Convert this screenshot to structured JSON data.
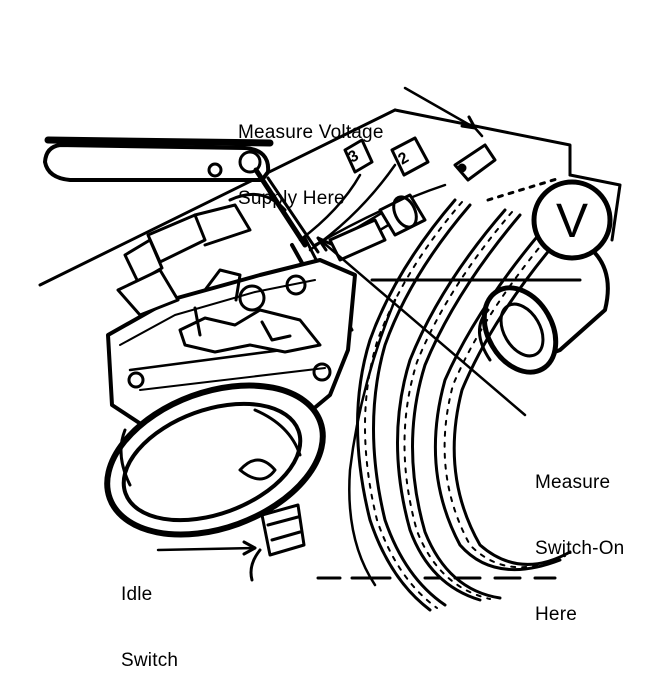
{
  "diagram": {
    "labels": {
      "voltage_supply_line1": "Measure Voltage",
      "voltage_supply_line2": "Supply Here",
      "switch_on_line1": "Measure",
      "switch_on_line2": "Switch-On",
      "switch_on_line3": "Here",
      "idle_line1": "Idle",
      "idle_line2": "Switch"
    },
    "meter_symbol": "V",
    "connector_marks": [
      "3",
      "2"
    ],
    "colors": {
      "ink": "#000000",
      "paper": "#ffffff"
    }
  }
}
